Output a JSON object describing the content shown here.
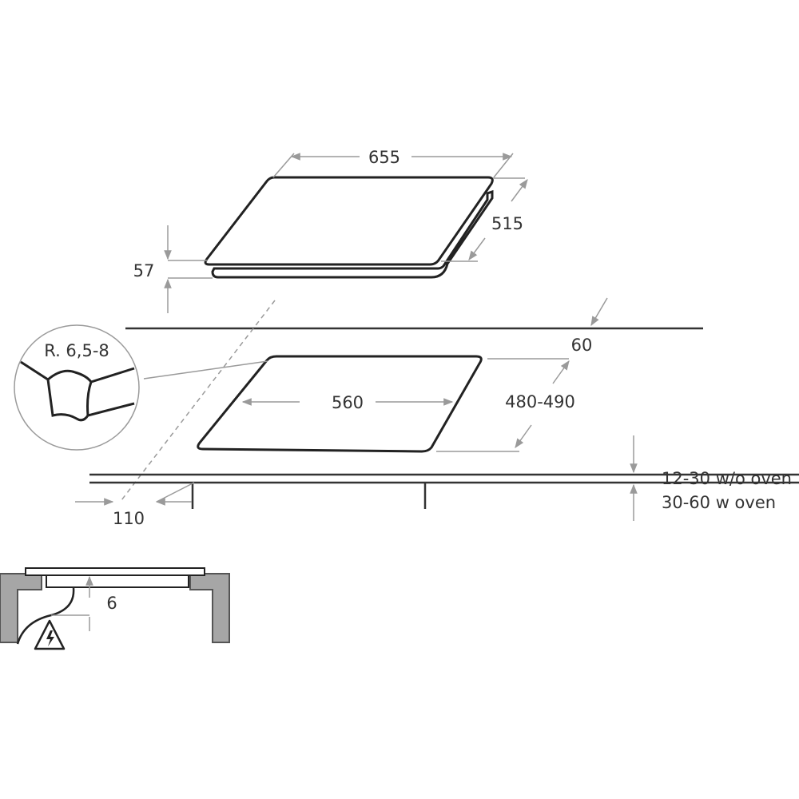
{
  "dimensions": {
    "width_655": "655",
    "depth_515": "515",
    "height_57": "57",
    "edge_60": "60",
    "radius": "R. 6,5-8",
    "cutout_width": "560",
    "cutout_depth": "480-490",
    "front_gap": "110",
    "worktop_no_oven": "12-30 w/o oven",
    "worktop_with_oven": "30-60 w oven",
    "clearance": "6"
  },
  "colors": {
    "line": "#222222",
    "dimension": "#9a9a9a",
    "wall": "#a6a6a6"
  },
  "icons": {
    "warning": "electric-hazard-icon"
  }
}
